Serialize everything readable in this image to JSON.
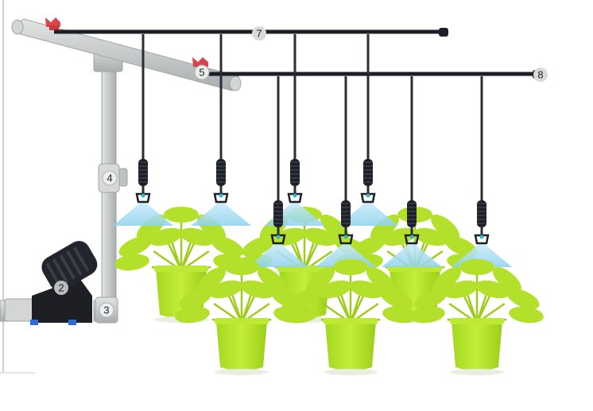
{
  "diagram": {
    "component_numbers": [
      "2",
      "3",
      "4",
      "5",
      "7",
      "8"
    ],
    "colors": {
      "pvc_pipe": "#c9cbcb",
      "pvc_pipe_edge": "#9ea3a4",
      "lateral_line": "#1c1f26",
      "valve_handle": "#d9454a",
      "filter_body": "#1d1f24",
      "filter_accent": "#2f6bd6",
      "spray_cone": "#a9dcf2",
      "plant_leaf": "#b3e02a",
      "plant_pot": "#b6e52b",
      "pot_shadow": "#8fbf1a"
    },
    "icons": [
      "ball-valve-icon",
      "disc-filter-icon",
      "misting-nozzle-icon",
      "potted-plant-icon"
    ]
  }
}
